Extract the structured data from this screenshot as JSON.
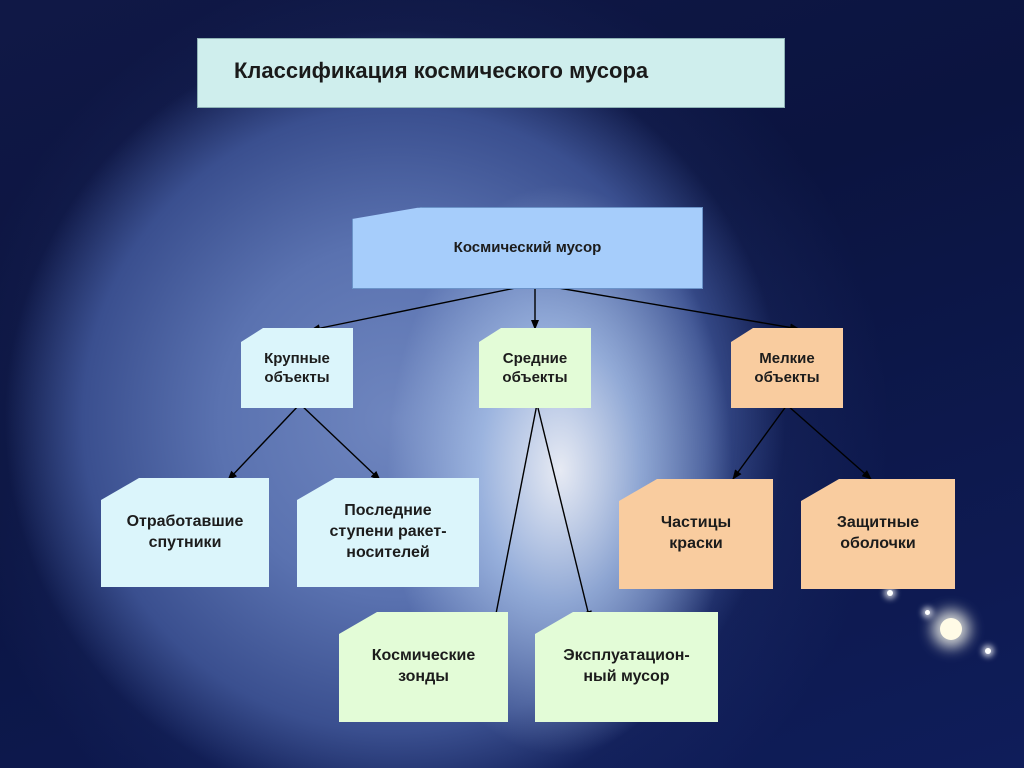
{
  "title": "Классификация космического мусора",
  "root": "Космический мусор",
  "categories": {
    "large": "Крупные\nобъекты",
    "medium": "Средние\nобъекты",
    "small": "Мелкие\nобъекты"
  },
  "items": {
    "spent_satellites": "Отработавшие\nспутники",
    "rocket_stages": "Последние\nступени ракет-\nносителей",
    "space_probes": "Космические\nзонды",
    "operational_debris": "Эксплуатацион-\nный мусор",
    "paint_particles": "Частицы\nкраски",
    "protective_shells": "Защитные\nоболочки"
  },
  "colors": {
    "root": "#a6cdfb",
    "large": "#dbf5fb",
    "medium": "#e3fcd7",
    "small": "#f9cc9f",
    "title_bg": "#cfeeed"
  }
}
